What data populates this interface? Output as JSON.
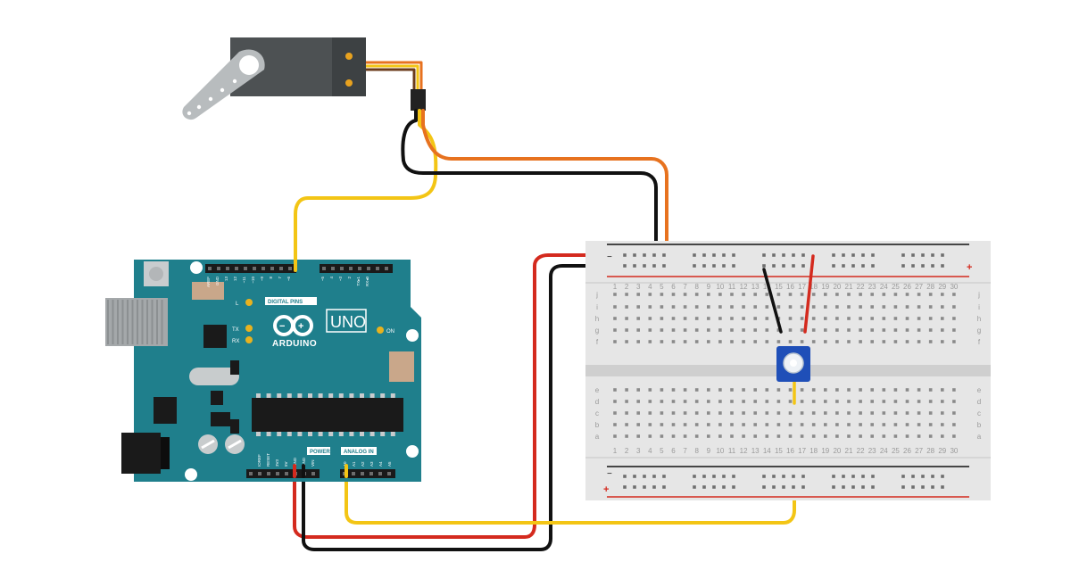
{
  "colors": {
    "board": "#1f7f8c",
    "board_dark": "#176a76",
    "board_edge": "#2a8f9c",
    "breadboard": "#e6e6e6",
    "breadboard_gap": "#cfcfcf",
    "wire_black": "#111111",
    "wire_red": "#d42a1e",
    "wire_yellow": "#f3c515",
    "wire_orange": "#e7721f",
    "servo_body": "#4d5153",
    "servo_horn": "#b8bcbe",
    "pot_blue": "#1f4fb8"
  },
  "arduino": {
    "logo_text": "ARDUINO",
    "model": "UNO",
    "digital_label": "DIGITAL PINS",
    "power_label": "POWER",
    "analog_label": "ANALOG IN",
    "led_on": "ON",
    "led_l": "L",
    "led_tx": "TX",
    "led_rx": "RX",
    "top_pin_labels": [
      "AREF",
      "GND",
      "13",
      "12",
      "~11",
      "~10",
      "~9",
      "8",
      "7",
      "~6",
      "~5",
      "4",
      "~3",
      "2",
      "TX▸1",
      "RX◂0"
    ],
    "power_pin_labels": [
      "IOREF",
      "RESET",
      "3V3",
      "5V",
      "GND",
      "GND",
      "VIN"
    ],
    "analog_pin_labels": [
      "A0",
      "A1",
      "A2",
      "A3",
      "A4",
      "A5"
    ]
  },
  "breadboard": {
    "columns": [
      "1",
      "2",
      "3",
      "4",
      "5",
      "6",
      "7",
      "8",
      "9",
      "10",
      "11",
      "12",
      "13",
      "14",
      "15",
      "16",
      "17",
      "18",
      "19",
      "20",
      "21",
      "22",
      "23",
      "24",
      "25",
      "26",
      "27",
      "28",
      "29",
      "30"
    ],
    "rows_top": [
      "j",
      "i",
      "h",
      "g",
      "f"
    ],
    "rows_bottom": [
      "e",
      "d",
      "c",
      "b",
      "a"
    ],
    "rail_minus": "−",
    "rail_plus": "+"
  },
  "components": {
    "servo": "servo",
    "potentiometer": "potentiometer"
  }
}
